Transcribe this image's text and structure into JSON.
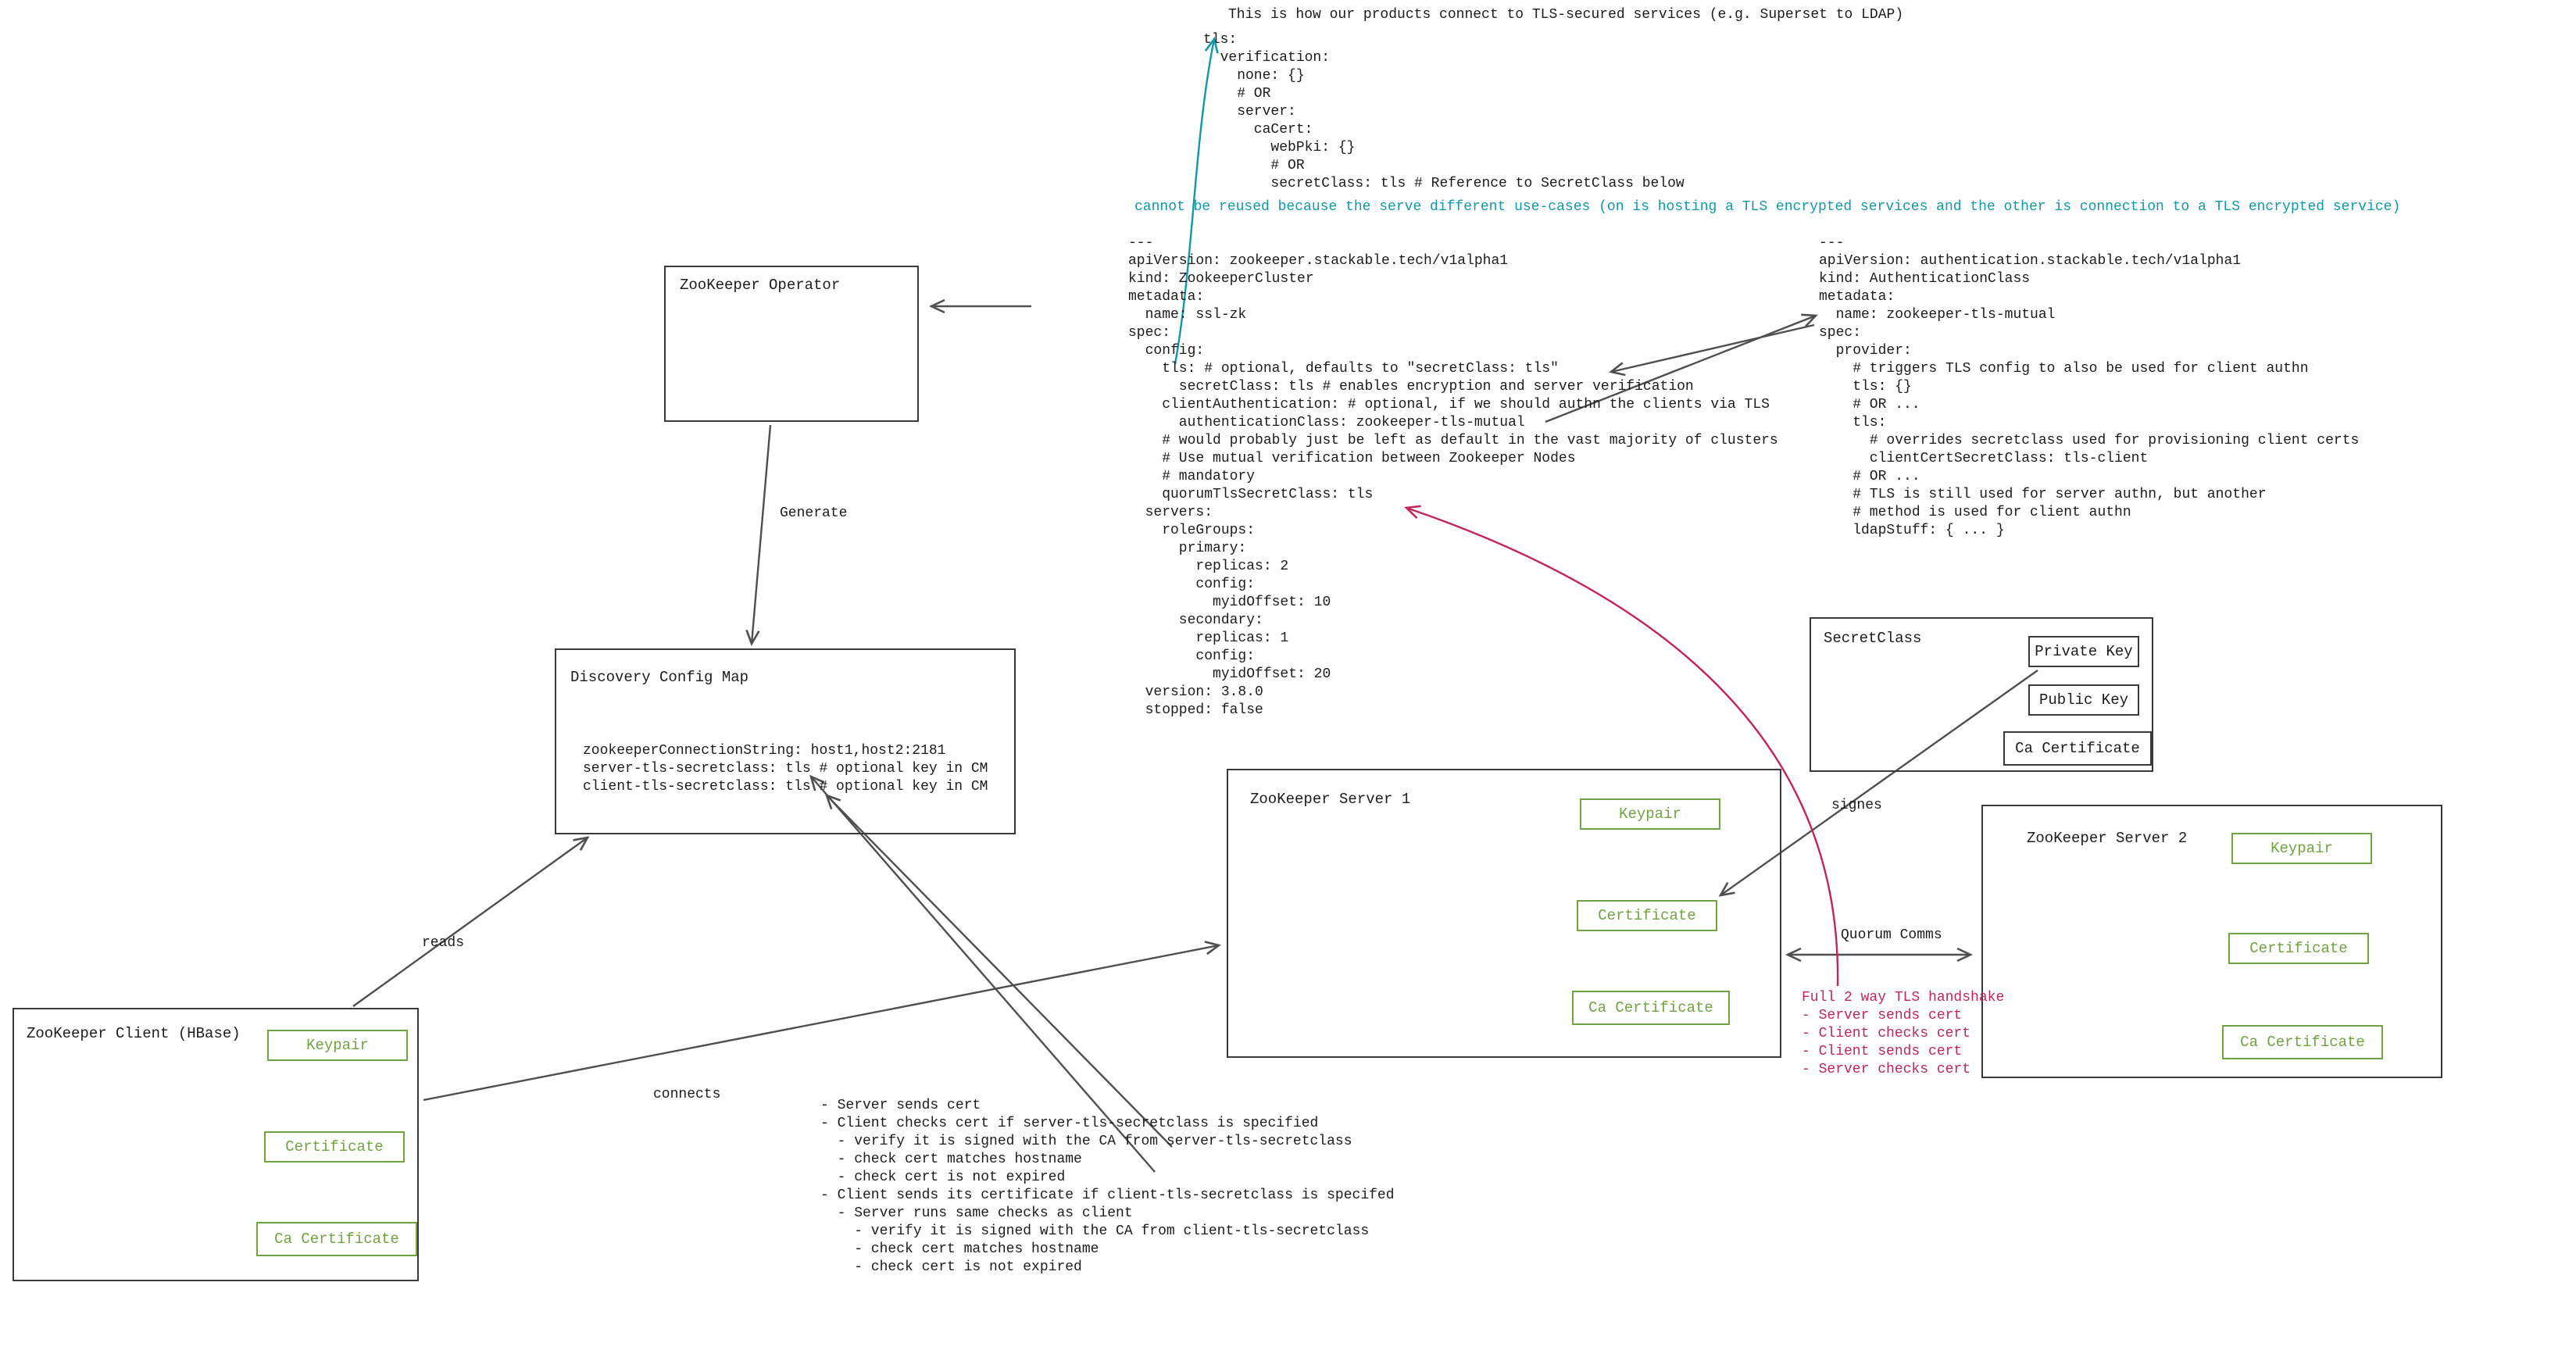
{
  "colors": {
    "stroke_dark": "#3a3a3a",
    "arrow_gray": "#4f4f4f",
    "green": "#6fa43f",
    "teal": "#1098ad",
    "pink": "#c2255c"
  },
  "header": {
    "title": "This is how our products connect to TLS-secured services (e.g. Superset to LDAP)",
    "tls_snippet": "tls:\n  verification:\n    none: {}\n    # OR\n    server:\n      caCert:\n        webPki: {}\n        # OR\n        secretClass: tls # Reference to SecretClass below"
  },
  "notes": {
    "teal_note": "cannot be reused because the serve different use-cases (on is hosting a TLS encrypted services and the other is connection to a TLS encrypted service)",
    "handshake_note": "Full 2 way TLS handshake\n- Server sends cert\n- Client checks cert\n- Client sends cert\n- Server checks cert",
    "checks_note": "- Server sends cert\n- Client checks cert if server-tls-secretclass is specified\n  - verify it is signed with the CA from server-tls-secretclass\n  - check cert matches hostname\n  - check cert is not expired\n- Client sends its certificate if client-tls-secretclass is specifed\n  - Server runs same checks as client\n    - verify it is signed with the CA from client-tls-secretclass\n    - check cert matches hostname\n    - check cert is not expired"
  },
  "yaml": {
    "zookeeper_cluster": "---\napiVersion: zookeeper.stackable.tech/v1alpha1\nkind: ZookeeperCluster\nmetadata:\n  name: ssl-zk\nspec:\n  config:\n    tls: # optional, defaults to \"secretClass: tls\"\n      secretClass: tls # enables encryption and server verification\n    clientAuthentication: # optional, if we should authn the clients via TLS\n      authenticationClass: zookeeper-tls-mutual\n    # would probably just be left as default in the vast majority of clusters\n    # Use mutual verification between Zookeeper Nodes\n    # mandatory\n    quorumTlsSecretClass: tls\n  servers:\n    roleGroups:\n      primary:\n        replicas: 2\n        config:\n          myidOffset: 10\n      secondary:\n        replicas: 1\n        config:\n          myidOffset: 20\n  version: 3.8.0\n  stopped: false",
    "authentication_class": "---\napiVersion: authentication.stackable.tech/v1alpha1\nkind: AuthenticationClass\nmetadata:\n  name: zookeeper-tls-mutual\nspec:\n  provider:\n    # triggers TLS config to also be used for client authn\n    tls: {}\n    # OR ...\n    tls:\n      # overrides secretclass used for provisioning client certs\n      clientCertSecretClass: tls-client\n    # OR ...\n    # TLS is still used for server authn, but another\n    # method is used for client authn\n    ldapStuff: { ... }"
  },
  "boxes": {
    "operator": {
      "title": "ZooKeeper Operator"
    },
    "discovery_cm": {
      "title": "Discovery Config Map",
      "content": "zookeeperConnectionString: host1,host2:2181\nserver-tls-secretclass: tls # optional key in CM\nclient-tls-secretclass: tls # optional key in CM"
    },
    "secret_class": {
      "title": "SecretClass",
      "items": [
        "Private Key",
        "Public Key",
        "Ca Certificate"
      ]
    },
    "server1": {
      "title": "ZooKeeper Server 1",
      "items": [
        "Keypair",
        "Certificate",
        "Ca Certificate"
      ]
    },
    "server2": {
      "title": "ZooKeeper Server 2",
      "items": [
        "Keypair",
        "Certificate",
        "Ca Certificate"
      ]
    },
    "client": {
      "title": "ZooKeeper Client (HBase)",
      "items": [
        "Keypair",
        "Certificate",
        "Ca Certificate"
      ]
    }
  },
  "arrow_labels": {
    "generate": "Generate",
    "reads": "reads",
    "connects": "connects",
    "signes": "signes",
    "quorum_comms": "Quorum Comms"
  }
}
